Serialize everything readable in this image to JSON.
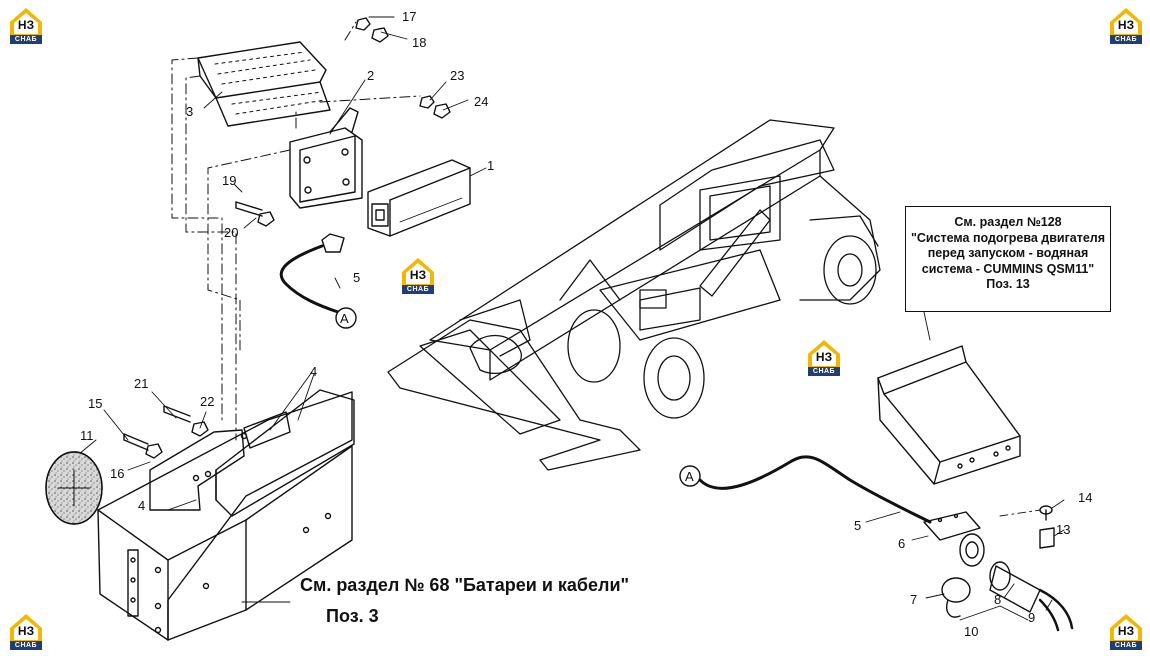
{
  "logo": {
    "mark": "НЗ",
    "sub": "СНАБ",
    "accent": "#f2b705",
    "band": "#1f3f73"
  },
  "parts": {
    "p1": "1",
    "p2": "2",
    "p3": "3",
    "p4a": "4",
    "p4b": "4",
    "p5a": "5",
    "p5b": "5",
    "p6": "6",
    "p7": "7",
    "p8": "8",
    "p9": "9",
    "p10": "10",
    "p11": "11",
    "p13": "13",
    "p14": "14",
    "p15": "15",
    "p16": "16",
    "p17": "17",
    "p18": "18",
    "p19": "19",
    "p20": "20",
    "p21": "21",
    "p22": "22",
    "p23": "23",
    "p24": "24"
  },
  "connector_label": "A",
  "reference_box": {
    "line1": "См. раздел №128",
    "line2": "\"Система подогрева двигателя",
    "line3": "перед запуском - водяная",
    "line4": "система - CUMMINS QSM11\"",
    "line5": "Поз. 13"
  },
  "caption": {
    "line1": "См. раздел № 68 \"Батареи и кабели\"",
    "line2": "Поз. 3"
  }
}
